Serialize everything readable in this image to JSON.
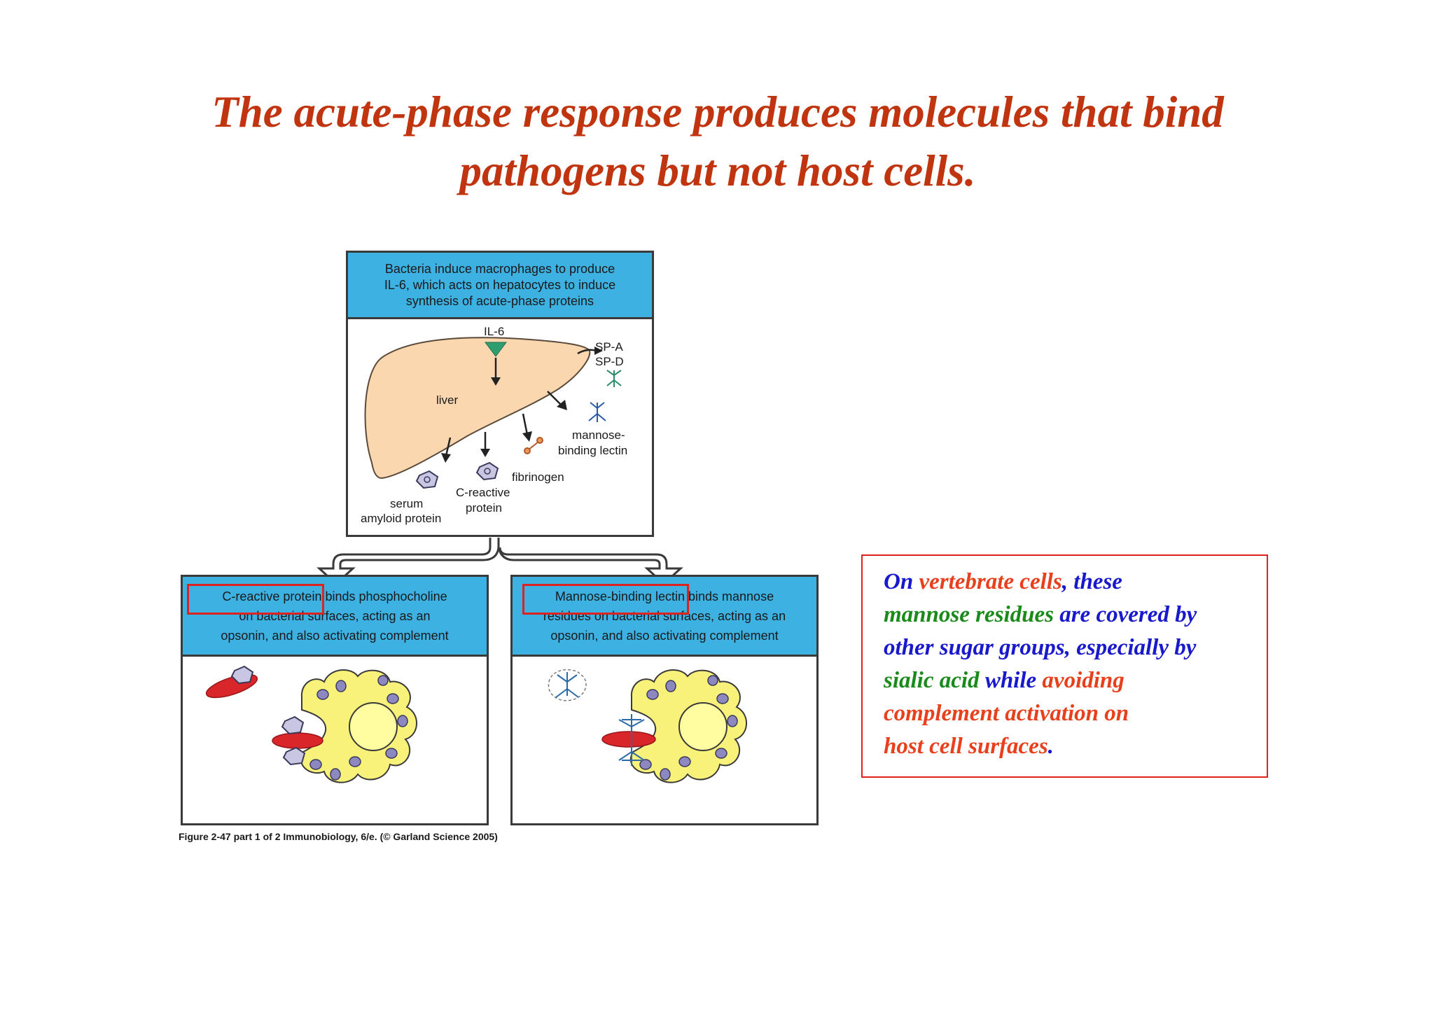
{
  "title": {
    "line1": "The acute-phase response produces molecules that bind",
    "line2": "pathogens but not host cells.",
    "color": "#c0350f"
  },
  "top_panel": {
    "header_line1": "Bacteria induce macrophages to produce",
    "header_line2": "IL-6, which acts on hepatocytes to induce",
    "header_line3": "synthesis of acute-phase proteins",
    "labels": {
      "il6": "IL-6",
      "spa": "SP-A",
      "spd": "SP-D",
      "liver": "liver",
      "mbl_1": "mannose-",
      "mbl_2": "binding lectin",
      "fibrinogen": "fibrinogen",
      "sap_1": "serum",
      "sap_2": "amyloid protein",
      "crp_1": "C-reactive",
      "crp_2": "protein"
    }
  },
  "left_panel": {
    "header_line1_highlight": "C-reactive protein",
    "header_line1_rest": " binds phosphocholine",
    "header_line2": "on bacterial surfaces, acting as an",
    "header_line3": "opsonin, and also activating complement"
  },
  "right_panel": {
    "header_line1_highlight": "Mannose-binding lectin",
    "header_line1_rest": " binds mannose",
    "header_line2": "residues on bacterial surfaces, acting as an",
    "header_line3": "opsonin, and also activating complement"
  },
  "figure_caption": "Figure 2-47 part 1 of 2  Immunobiology, 6/e. (© Garland Science 2005)",
  "note": {
    "lines": [
      [
        {
          "t": "On ",
          "c": "#1818cc"
        },
        {
          "t": "vertebrate cells",
          "c": "#e8401c"
        },
        {
          "t": ",  these",
          "c": "#1818cc"
        }
      ],
      [
        {
          "t": "mannose residues ",
          "c": "#1a8a1a"
        },
        {
          "t": "are covered by",
          "c": "#1818cc"
        }
      ],
      [
        {
          "t": "other sugar groups, especially by",
          "c": "#1818cc"
        }
      ],
      [
        {
          "t": "sialic acid ",
          "c": "#1a8a1a"
        },
        {
          "t": "while ",
          "c": "#1818cc"
        },
        {
          "t": "avoiding",
          "c": "#e8401c"
        }
      ],
      [
        {
          "t": "complement activation on",
          "c": "#e8401c"
        }
      ],
      [
        {
          "t": "host cell surfaces",
          "c": "#e8401c"
        },
        {
          "t": ".",
          "c": "#1818cc"
        }
      ]
    ]
  },
  "colors": {
    "header_blue": "#3db1e2",
    "liver": "#fbd7b0",
    "macrophage": "#f8f27a",
    "bacterium": "#d8262b",
    "highlight_box": "#e0221f"
  }
}
